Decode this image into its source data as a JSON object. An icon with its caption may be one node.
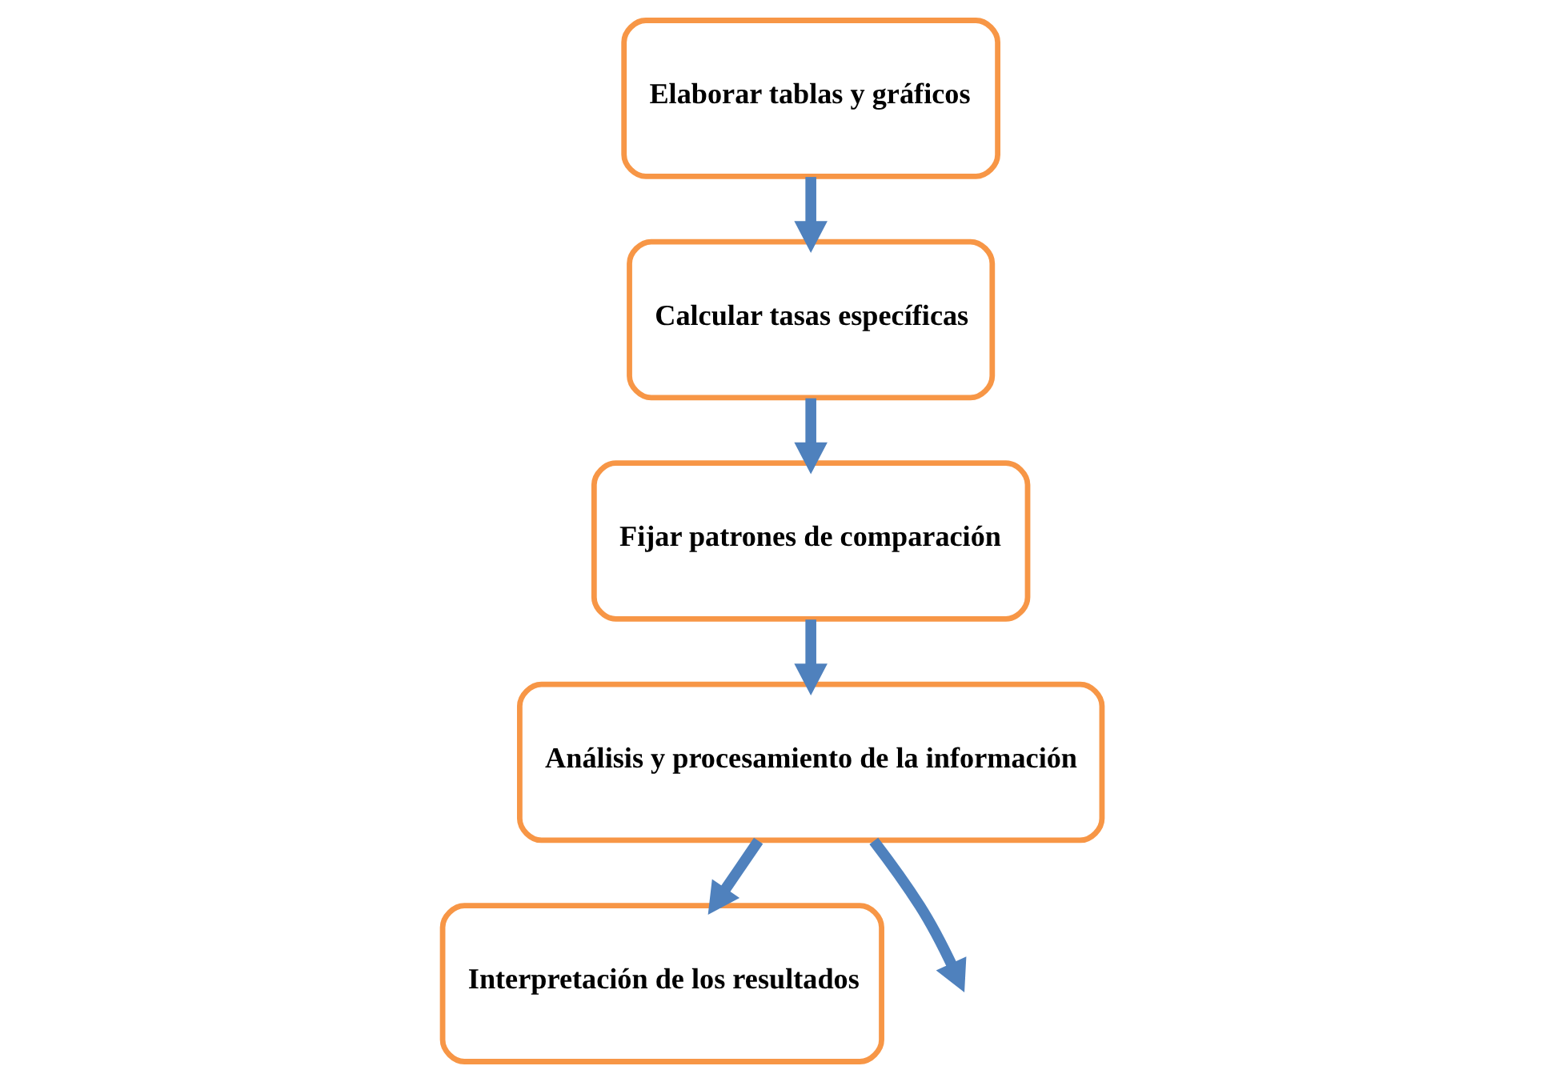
{
  "diagram": {
    "nodes": [
      {
        "text": [
          "Elaborar tablas y gráficos"
        ]
      },
      {
        "text": [
          "Calcular tasas específicas"
        ]
      },
      {
        "text": [
          "Fijar patrones de comparación"
        ]
      },
      {
        "text": [
          "Análisis y procesamiento de la información"
        ]
      },
      {
        "text": [
          "Interpretación de los resultados"
        ]
      }
    ],
    "edges": [
      {
        "from": 0,
        "to": 1,
        "arrow": "to"
      },
      {
        "from": 1,
        "to": 2,
        "arrow": "to"
      },
      {
        "from": 2,
        "to": 3,
        "arrow": "to"
      },
      {
        "from": 3,
        "to": 4,
        "arrow": "to"
      },
      {
        "from": 3,
        "to": null,
        "arrow": "to"
      }
    ]
  }
}
